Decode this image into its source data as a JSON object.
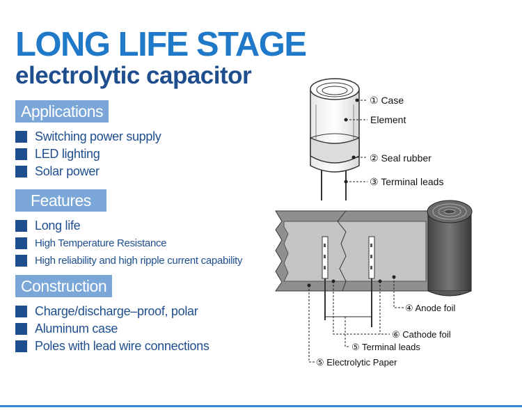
{
  "colors": {
    "title_blue": "#1f78c8",
    "subtitle_blue": "#1f4e8f",
    "header_bg": "#7aa7d8",
    "bullet_blue": "#1f4e8f",
    "item_text": "#1f4e8f",
    "diagram_gray": "#909090",
    "diagram_dark": "#5e5e5e",
    "bottom_line": "#2f88d8"
  },
  "title": "LONG LIFE STAGE",
  "subtitle": "electrolytic capacitor",
  "sections": [
    {
      "heading": "Applications",
      "items": [
        "Switching power supply",
        "LED lighting",
        "Solar power"
      ]
    },
    {
      "heading": "Features",
      "items": [
        "Long life",
        "High Temperature Resistance",
        "High reliability and high ripple current capability"
      ]
    },
    {
      "heading": "Construction",
      "items": [
        "Charge/discharge–proof, polar",
        "Aluminum case",
        "Poles with lead wire connections"
      ]
    }
  ],
  "diagram": {
    "capacitor_labels": {
      "case": "① Case",
      "element": "Element",
      "seal_rubber": "② Seal rubber",
      "terminal_leads": "③ Terminal leads"
    },
    "winding_labels": {
      "anode_foil": "④ Anode foil",
      "cathode_foil": "⑥ Cathode foil",
      "terminal_leads": "⑤ Terminal leads",
      "electrolytic_paper": "⑤ Electrolytic Paper"
    }
  }
}
